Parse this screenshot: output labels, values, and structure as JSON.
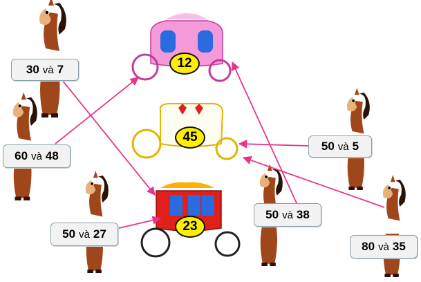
{
  "carriages": [
    {
      "value": "12",
      "color": "#f49ad8"
    },
    {
      "value": "45",
      "color": "#ffffff"
    },
    {
      "value": "23",
      "color": "#e0201b"
    }
  ],
  "pairs": [
    {
      "a": "30",
      "b": "7",
      "joiner": "và"
    },
    {
      "a": "60",
      "b": "48",
      "joiner": "và"
    },
    {
      "a": "50",
      "b": "27",
      "joiner": "và"
    },
    {
      "a": "50",
      "b": "5",
      "joiner": "và"
    },
    {
      "a": "50",
      "b": "38",
      "joiner": "và"
    },
    {
      "a": "80",
      "b": "35",
      "joiner": "và"
    }
  ],
  "colors": {
    "arrow": "#e8358c",
    "horse": "#a0461b",
    "badge": "#ffee00"
  }
}
